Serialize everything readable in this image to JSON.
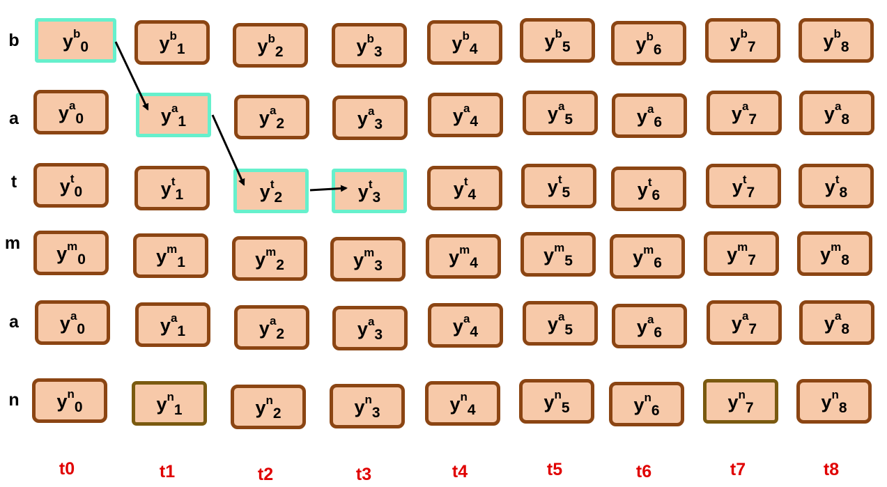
{
  "rows": [
    {
      "label": "b",
      "sup": "b"
    },
    {
      "label": "a",
      "sup": "a"
    },
    {
      "label": "t",
      "sup": "t"
    },
    {
      "label": "m",
      "sup": "m"
    },
    {
      "label": "a",
      "sup": "a"
    },
    {
      "label": "n",
      "sup": "n"
    }
  ],
  "time_labels": [
    "t0",
    "t1",
    "t2",
    "t3",
    "t4",
    "t5",
    "t6",
    "t7",
    "t8"
  ],
  "cell_base": "y",
  "highlighted_path": [
    [
      0,
      0
    ],
    [
      1,
      1
    ],
    [
      2,
      2
    ],
    [
      2,
      3
    ]
  ],
  "alt_highlight": [
    [
      5,
      1
    ],
    [
      5,
      7
    ]
  ],
  "colors": {
    "cell_fill": "#f7c9a9",
    "cell_border": "#8b4513",
    "path_border": "#66f0cc",
    "alt_border": "#7a5a10",
    "time_label": "#e00000",
    "arrow": "#000000"
  }
}
